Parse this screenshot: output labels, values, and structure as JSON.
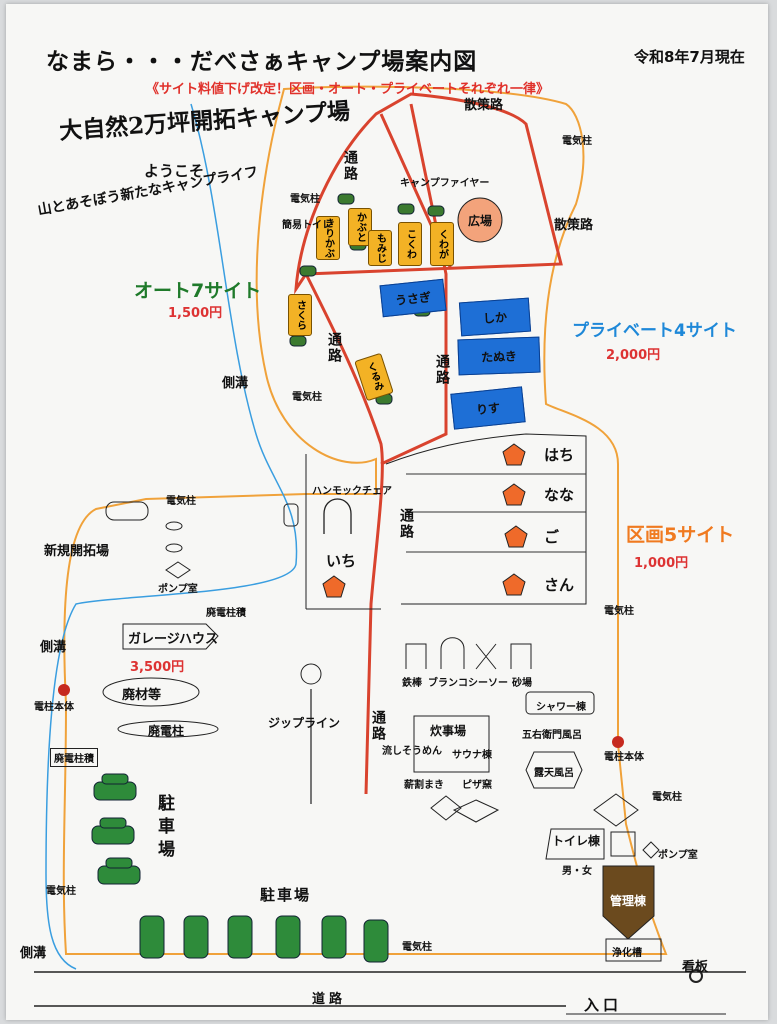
{
  "header": {
    "title": "なまら・・・だべさぁキャンプ場案内図",
    "date": "令和8年7月現在",
    "notice": "《サイト料値下げ改定！区画・オート・プライベートそれぞれ一律》"
  },
  "banner": {
    "headline": "大自然2万坪開拓キャンプ場",
    "welcome": "ようこそ",
    "tagline": "山とあそぼう新たなキャンプライフ"
  },
  "areas": {
    "auto": {
      "label": "オート7サイト",
      "price": "1,500円",
      "color": "#1f7a2a"
    },
    "private": {
      "label": "プライベート4サイト",
      "price": "2,000円",
      "color": "#1e88d8"
    },
    "section": {
      "label": "区画5サイト",
      "price": "1,000円",
      "color": "#f07a20"
    },
    "garage": {
      "label": "ガレージハウス",
      "price": "3,500円"
    }
  },
  "paths": {
    "walk": "散策路",
    "road": "通路",
    "street": "道路",
    "ditch": "側溝",
    "pole": "電気柱",
    "utility": "電柱本体",
    "old_pole": "廃電柱",
    "old_pole_stack": "廃電柱積",
    "entrance": "入口",
    "sign": "看板"
  },
  "auto_sites": [
    "うさぎ",
    "しか",
    "たぬき",
    "りす"
  ],
  "yellow_sites": [
    "かぶと",
    "こくわ",
    "くわが",
    "もみじ",
    "きりかぶ",
    "さくら",
    "くるみ"
  ],
  "section_sites": [
    "いち",
    "はち",
    "なな",
    "ご",
    "さん"
  ],
  "facilities": {
    "plaza": "広場",
    "campfire": "キャンプファイヤー",
    "toilet_simple": "簡易トイレ",
    "hammock": "ハンモックチェア",
    "new_area": "新規開拓場",
    "pump": "ポンプ室",
    "lumber": "廃材等",
    "zipline": "ジップライン",
    "iron_bar": "鉄棒",
    "swing": "ブランコ",
    "seesaw": "シーソー",
    "sandbox": "砂場",
    "shower": "シャワー棟",
    "goemon_bath": "五右衛門風呂",
    "outdoor_bath": "露天風呂",
    "kitchen": "炊事場",
    "sauna": "サウナ棟",
    "pizza": "ピザ窯",
    "water": "流しそうめん",
    "firewood": "薪割まき",
    "toilet": "トイレ棟",
    "toilet_sub": "男・女",
    "office": "管理棟",
    "septic": "浄化槽",
    "parking": "駐車場"
  },
  "colors": {
    "red_road": "#d9432e",
    "orange_path": "#f0a23a",
    "blue_ditch": "#3a9ee0",
    "site_blue": "#1e6fd6",
    "site_yellow": "#f3b225",
    "pentagon": "#ef6a2a",
    "office": "#6b4a1e"
  }
}
